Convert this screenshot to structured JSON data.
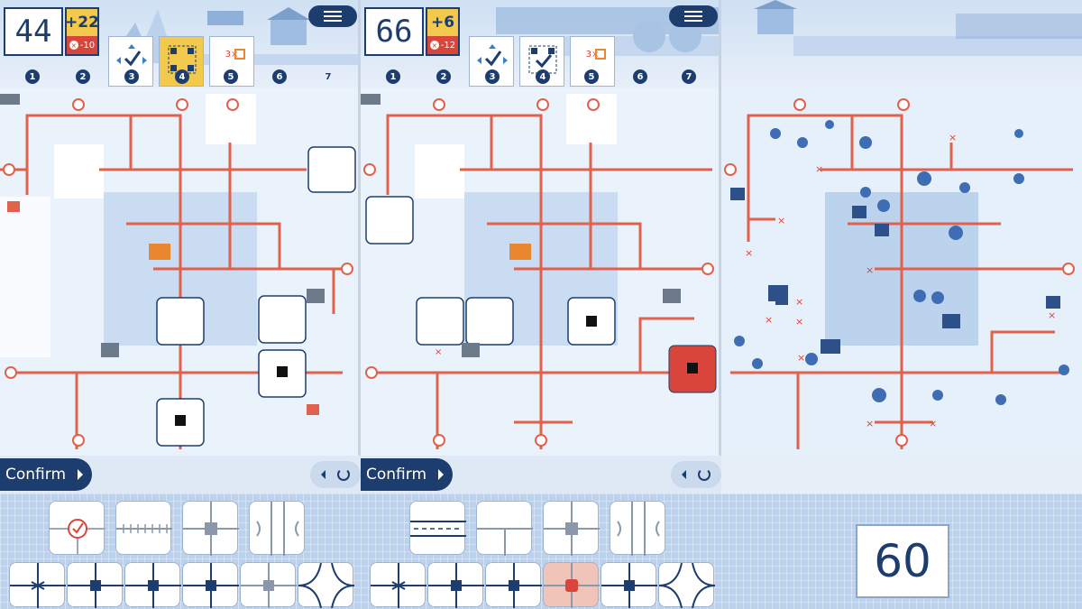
{
  "boards": [
    {
      "score": "44",
      "bonus_plus": "+22",
      "bonus_minus": "-10",
      "objective_text": "3×",
      "rounds": [
        "1",
        "2",
        "3",
        "4",
        "5",
        "6",
        "7"
      ]
    },
    {
      "score": "66",
      "bonus_plus": "+6",
      "bonus_minus": "-12",
      "objective_text": "3×",
      "rounds": [
        "1",
        "2",
        "3",
        "4",
        "5",
        "6",
        "7"
      ]
    }
  ],
  "actions": {
    "confirm_label": "Confirm"
  },
  "round_counter": "60",
  "colors": {
    "navy": "#1c3d6e",
    "rail_red": "#e0614c",
    "gold": "#f2c94c",
    "penalty_red": "#d9453a",
    "map_blue": "#cfe0f3"
  },
  "icons": [
    "menu-icon",
    "undo-icon",
    "refresh-icon",
    "station-icon",
    "factory-icon",
    "penalty-x-icon"
  ]
}
